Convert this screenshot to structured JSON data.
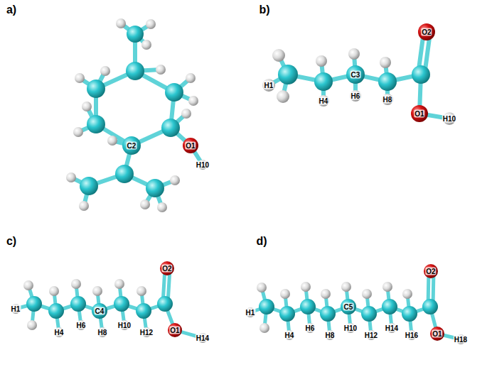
{
  "diagram": {
    "labels": [
      "a)",
      "C2",
      "O1",
      "H10",
      "b)",
      "H1",
      "H4",
      "C3",
      "H6",
      "H8",
      "O2",
      "O1",
      "H10",
      "c)",
      "O2",
      "H1",
      "H4",
      "H6",
      "C4",
      "H8",
      "H10",
      "H12",
      "O1",
      "H14",
      "d)",
      "O2",
      "H1",
      "H4",
      "H6",
      "H8",
      "C5",
      "H10",
      "H12",
      "H14",
      "H16",
      "O1",
      "H18"
    ]
  }
}
